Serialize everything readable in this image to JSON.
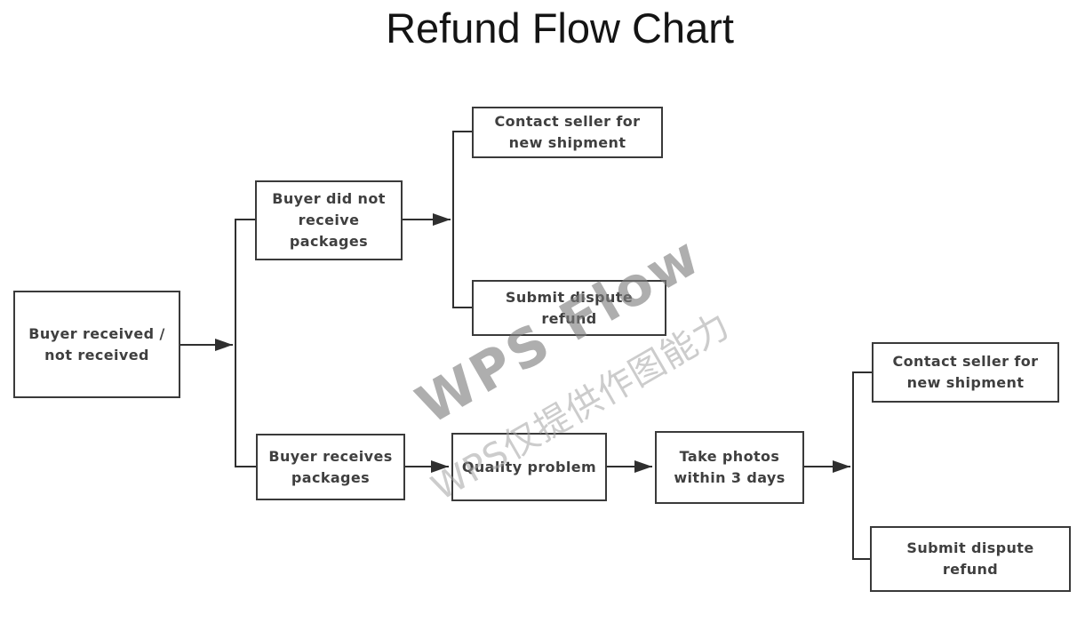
{
  "title": "Refund Flow Chart",
  "watermark": {
    "brand": "WPS Flow",
    "notice": "WPS仅提供作图能力"
  },
  "colors": {
    "background": "#ffffff",
    "box_border": "#3a3a3a",
    "box_text": "#3f3f3f",
    "connector": "#2f2f2f",
    "title_text": "#141414",
    "watermark_brand": "#7d7d7d",
    "watermark_notice": "#a3a3a3"
  },
  "nodes": [
    {
      "id": "buyer-received-or-not",
      "label": "Buyer received /\nnot received"
    },
    {
      "id": "buyer-did-not-receive-packages",
      "label": "Buyer did not\nreceive\npackages"
    },
    {
      "id": "contact-seller-new-shipment-top",
      "label": "Contact seller for\nnew shipment"
    },
    {
      "id": "submit-dispute-refund-top",
      "label": "Submit dispute\nrefund"
    },
    {
      "id": "buyer-receives-packages",
      "label": "Buyer receives\npackages"
    },
    {
      "id": "quality-problem",
      "label": "Quality problem"
    },
    {
      "id": "take-photos-within-3-days",
      "label": "Take photos\nwithin 3 days"
    },
    {
      "id": "contact-seller-new-shipment-right",
      "label": "Contact seller for\nnew shipment"
    },
    {
      "id": "submit-dispute-refund-right",
      "label": "Submit dispute\nrefund"
    }
  ],
  "edges": [
    {
      "from": "buyer-received-or-not",
      "to": "buyer-did-not-receive-packages"
    },
    {
      "from": "buyer-received-or-not",
      "to": "buyer-receives-packages"
    },
    {
      "from": "buyer-did-not-receive-packages",
      "to": "contact-seller-new-shipment-top"
    },
    {
      "from": "buyer-did-not-receive-packages",
      "to": "submit-dispute-refund-top"
    },
    {
      "from": "buyer-receives-packages",
      "to": "quality-problem"
    },
    {
      "from": "quality-problem",
      "to": "take-photos-within-3-days"
    },
    {
      "from": "take-photos-within-3-days",
      "to": "contact-seller-new-shipment-right"
    },
    {
      "from": "take-photos-within-3-days",
      "to": "submit-dispute-refund-right"
    }
  ]
}
